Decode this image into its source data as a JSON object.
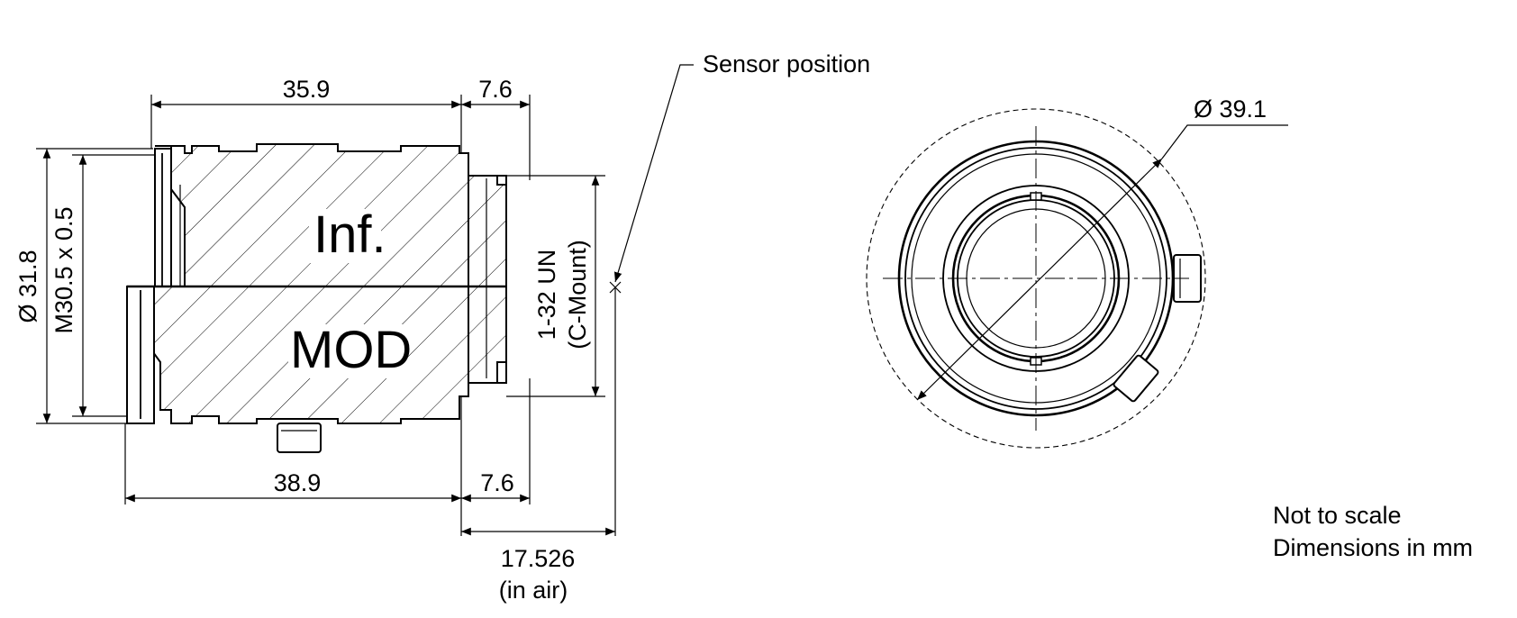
{
  "labels": {
    "sensor_position": "Sensor position",
    "infinity": "Inf.",
    "mod": "MOD",
    "not_to_scale": "Not to scale",
    "units": "Dimensions in mm"
  },
  "dimensions": {
    "top_length": "35.9",
    "top_flange": "7.6",
    "bottom_length": "38.9",
    "bottom_flange": "7.6",
    "flange_back": "17.526",
    "flange_back_note": "(in air)",
    "outer_diameter": "Ø 31.8",
    "filter_thread": "M30.5 x 0.5",
    "mount_thread": "1-32 UN",
    "mount_type": "(C-Mount)",
    "front_diameter": "Ø 39.1"
  }
}
